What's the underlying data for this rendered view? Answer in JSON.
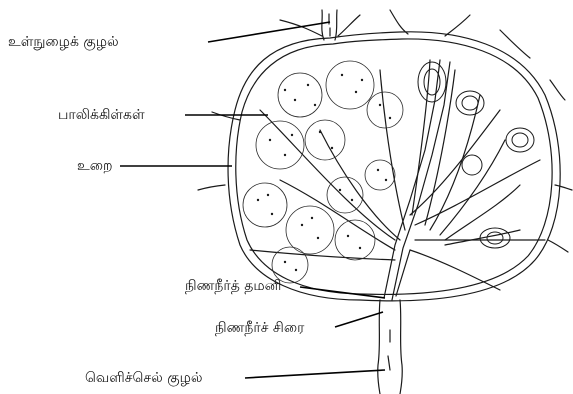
{
  "labels": {
    "afferent": "உள்நுழைக் குழல்",
    "lobules": "பாலிக்கிள்கள்",
    "capsule": "உறை",
    "artery": "நிணநீர்த் தமனி",
    "vein": "நிணநீர்ச் சிரை",
    "efferent": "வெளிச்செல் குழல்"
  }
}
